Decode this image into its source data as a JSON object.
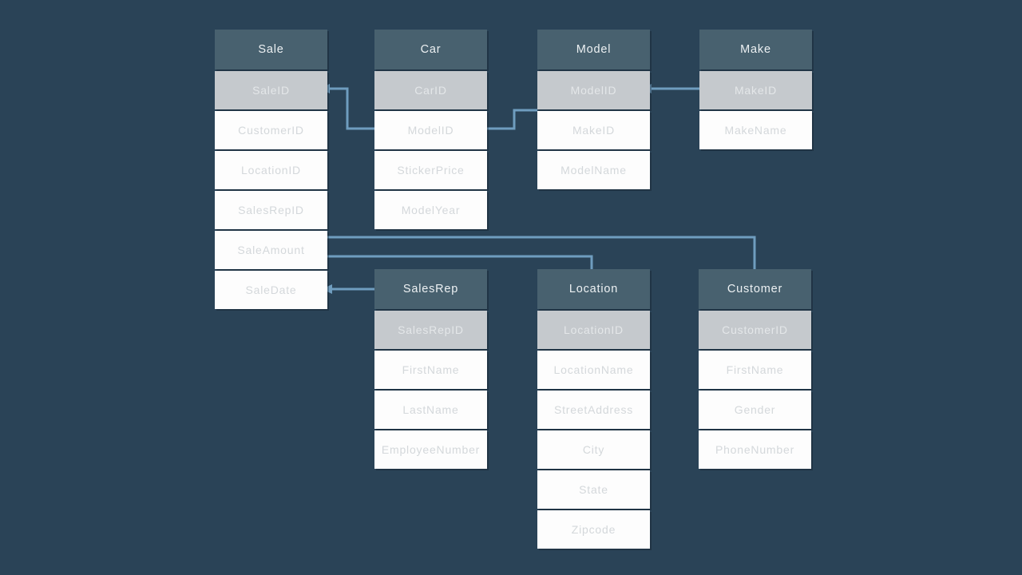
{
  "colors": {
    "background": "#2a4357",
    "table_header": "#48616f",
    "key_row": "#c5c9cd",
    "field_row": "#fdfdfd",
    "connector_line": "#6f9dbf"
  },
  "tables": [
    {
      "title": "Sale",
      "key": "SaleID",
      "fields": [
        "CustomerID",
        "LocationID",
        "SalesRepID",
        "SaleAmount",
        "SaleDate"
      ]
    },
    {
      "title": "Car",
      "key": "CarID",
      "fields": [
        "ModelID",
        "StickerPrice",
        "ModelYear"
      ]
    },
    {
      "title": "Model",
      "key": "ModelID",
      "fields": [
        "MakeID",
        "ModelName"
      ]
    },
    {
      "title": "Make",
      "key": "MakeID",
      "fields": [
        "MakeName"
      ]
    },
    {
      "title": "SalesRep",
      "key": "SalesRepID",
      "fields": [
        "FirstName",
        "LastName",
        "EmployeeNumber"
      ]
    },
    {
      "title": "Location",
      "key": "LocationID",
      "fields": [
        "LocationName",
        "StreetAddress",
        "City",
        "State",
        "Zipcode"
      ]
    },
    {
      "title": "Customer",
      "key": "CustomerID",
      "fields": [
        "FirstName",
        "Gender",
        "PhoneNumber"
      ]
    }
  ],
  "connections": [
    {
      "from": "Sale.SaleID",
      "to": "Car.ModelID"
    },
    {
      "from": "Car.ModelID",
      "to": "Model.ModelID"
    },
    {
      "from": "Model.ModelID",
      "to": "Make.MakeID"
    },
    {
      "from": "Sale.SaleAmount",
      "to": "Customer"
    },
    {
      "from": "Sale.SaleAmount",
      "to": "Location"
    },
    {
      "from": "Sale.SaleDate",
      "to": "SalesRep"
    }
  ]
}
